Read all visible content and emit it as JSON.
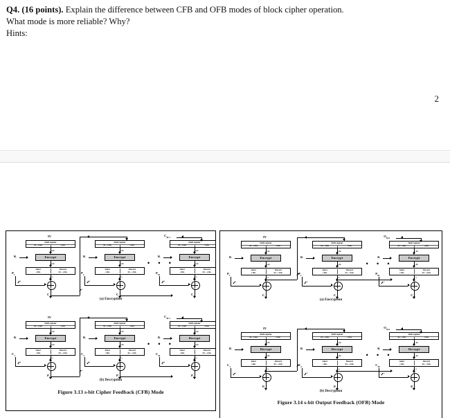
{
  "document": {
    "question": {
      "label": "Q4. (16 points).",
      "line1_rest": " Explain the difference between CFB and OFB modes of block cipher operation.",
      "line2": "What mode is more reliable?  Why?",
      "line3": "Hints:"
    },
    "page_number": "2"
  },
  "figures": [
    {
      "id": "cfb",
      "caption": "Figure 3.13  s-bit Cipher Feedback (CFB) Mode",
      "sections": [
        {
          "sub_caption": "(a) Encryption",
          "cipher_op": "Encrypt"
        },
        {
          "sub_caption": "(b) Decryption",
          "cipher_op": "Encrypt"
        }
      ],
      "feedback_source": "ciphertext",
      "top_left_label": "IV",
      "top_right_label": "C",
      "top_right_sub": "M-1",
      "enc_inputs": [
        "P",
        "P",
        "P"
      ],
      "enc_input_subs": [
        "1",
        "2",
        "M"
      ],
      "enc_outputs": [
        "C",
        "C",
        "C"
      ],
      "enc_output_subs": [
        "1",
        "2",
        "M"
      ],
      "dec_inputs": [
        "C",
        "C",
        "C"
      ],
      "dec_input_subs": [
        "1",
        "2",
        "M"
      ],
      "dec_outputs": [
        "P",
        "P",
        "P"
      ],
      "dec_output_subs": [
        "1",
        "2",
        "M"
      ],
      "key_label": "K",
      "dots": "•  •  •"
    },
    {
      "id": "ofb",
      "caption": "Figure 3.14  s-bit Output Feedback (OFB) Mode",
      "sections": [
        {
          "sub_caption": "(a) Encryption",
          "cipher_op": "Encrypt"
        },
        {
          "sub_caption": "(b) Decryption",
          "cipher_op": "Decrypt"
        }
      ],
      "feedback_source": "keystream-output",
      "top_left_label": "IV",
      "top_right_label": "O",
      "top_right_sub": "M-1",
      "enc_inputs": [
        "P",
        "P",
        "P"
      ],
      "enc_input_subs": [
        "1",
        "2",
        "M"
      ],
      "enc_outputs": [
        "C",
        "C",
        "C"
      ],
      "enc_output_subs": [
        "1",
        "2",
        "M"
      ],
      "dec_inputs": [
        "C",
        "C",
        "C"
      ],
      "dec_input_subs": [
        "1",
        "2",
        "M"
      ],
      "dec_outputs": [
        "P",
        "P",
        "P"
      ],
      "dec_output_subs": [
        "1",
        "2",
        "M"
      ],
      "key_label": "K",
      "dots": "•  •  •"
    }
  ],
  "diagram_blocks": {
    "shift_register_title": "Shift register",
    "shift_register_left": "64 – s bits",
    "shift_register_right": "s bits",
    "select_label_top": "Select",
    "select_label_bottom": "s bits",
    "discard_label_top": "Discard",
    "discard_label_bottom": "64 – s bits",
    "bus_width_64": "64",
    "bus_width_s": "s"
  },
  "colors": {
    "cipher_box_fill": "#c9c9c9",
    "frame_border": "#000000",
    "page_separator": "#f8f8f8",
    "text": "#111111"
  }
}
